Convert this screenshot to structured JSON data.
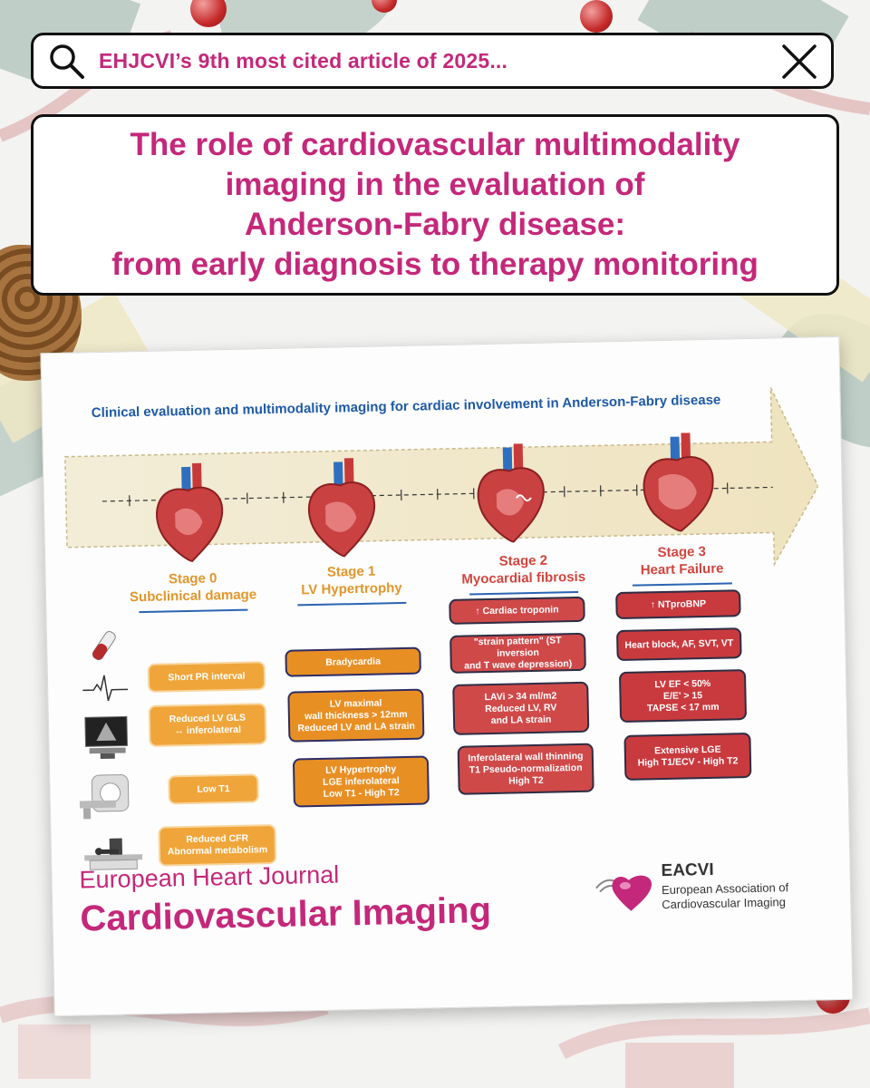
{
  "search": {
    "text": "EHJCVI’s 9th most cited article of 2025...",
    "search_icon": "search-icon",
    "close_icon": "close-icon"
  },
  "title": {
    "lines": [
      "The role of cardiovascular multimodality",
      "imaging in the evaluation of",
      "Anderson-Fabry disease:",
      "from early diagnosis to therapy monitoring"
    ]
  },
  "abstract": {
    "heading": "Clinical evaluation and multimodality imaging for cardiac involvement in Anderson-Fabry disease",
    "stages": [
      {
        "line1": "Stage 0",
        "line2": "Subclinical damage",
        "color": "#e2962a"
      },
      {
        "line1": "Stage 1",
        "line2": "LV Hypertrophy",
        "color": "#e2962a"
      },
      {
        "line1": "Stage 2",
        "line2": "Myocardial fibrosis",
        "color": "#d2453f"
      },
      {
        "line1": "Stage 3",
        "line2": "Heart Failure",
        "color": "#d2453f"
      }
    ],
    "stage0": [
      "Short PR interval",
      "Reduced LV GLS\n↔ inferolateral",
      "Low T1",
      "Reduced CFR\nAbnormal metabolism"
    ],
    "stage1": [
      "Bradycardia",
      "LV  maximal\nwall thickness > 12mm\nReduced LV and LA strain",
      "LV Hypertrophy\nLGE inferolateral\nLow T1 - High T2"
    ],
    "stage2": [
      "↑ Cardiac troponin",
      "\"strain pattern\" (ST inversion\nand T wave depression)",
      "LAVi > 34 ml/m2\nReduced LV, RV\nand LA strain",
      "Inferolateral wall thinning\nT1 Pseudo-normalization\nHigh T2"
    ],
    "stage3": [
      "↑ NTproBNP",
      "Heart block, AF, SVT, VT",
      "LV EF < 50%\nE/E' > 15\nTAPSE < 17 mm",
      "Extensive LGE\nHigh T1/ECV - High T2"
    ],
    "icons": [
      "blood-tube-icon",
      "ecg-icon",
      "echo-machine-icon",
      "mri-scanner-icon",
      "pet-scanner-icon"
    ],
    "heart_icon": "heart-icon"
  },
  "journal": {
    "top": "European Heart Journal",
    "bottom": "Cardiovascular Imaging"
  },
  "eacvi": {
    "name": "EACVI",
    "full": "European Association of\nCardiovascular Imaging",
    "logo_icon": "heart-logo-icon"
  },
  "colors": {
    "accent": "#c4287a",
    "heading_blue": "#1f5aa6",
    "orange": "#f0a53a",
    "red": "#d04949"
  }
}
